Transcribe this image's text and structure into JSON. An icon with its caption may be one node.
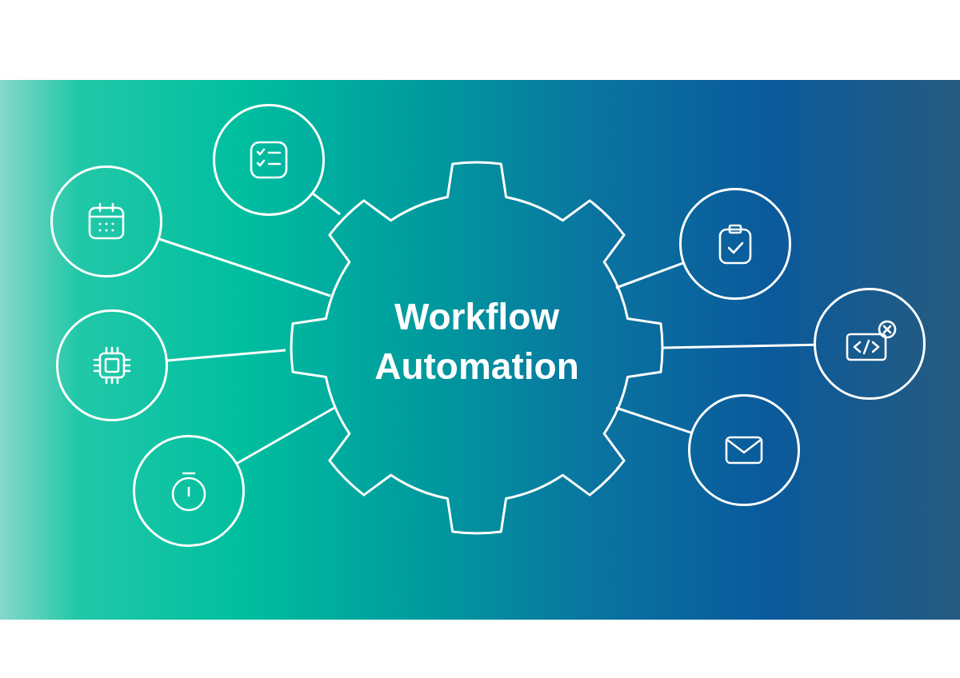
{
  "diagram": {
    "nodes": [
      {
        "text": [
          "Workflow Automation"
        ]
      },
      {
        "text": [],
        "shape": "circle"
      },
      {
        "text": [],
        "shape": "circle"
      },
      {
        "text": [],
        "shape": "circle"
      },
      {
        "text": [],
        "shape": "circle"
      },
      {
        "text": [],
        "shape": "circle"
      },
      {
        "text": [],
        "shape": "circle"
      },
      {
        "text": [],
        "shape": "circle"
      }
    ],
    "edges": [
      {
        "from": 0,
        "to": 1,
        "arrow": "none"
      },
      {
        "from": 0,
        "to": 2,
        "arrow": "none"
      },
      {
        "from": 0,
        "to": 3,
        "arrow": "none"
      },
      {
        "from": 0,
        "to": 4,
        "arrow": "none"
      },
      {
        "from": 0,
        "to": 5,
        "arrow": "none"
      },
      {
        "from": 0,
        "to": 6,
        "arrow": "none"
      },
      {
        "from": 0,
        "to": 7,
        "arrow": "none"
      }
    ]
  }
}
